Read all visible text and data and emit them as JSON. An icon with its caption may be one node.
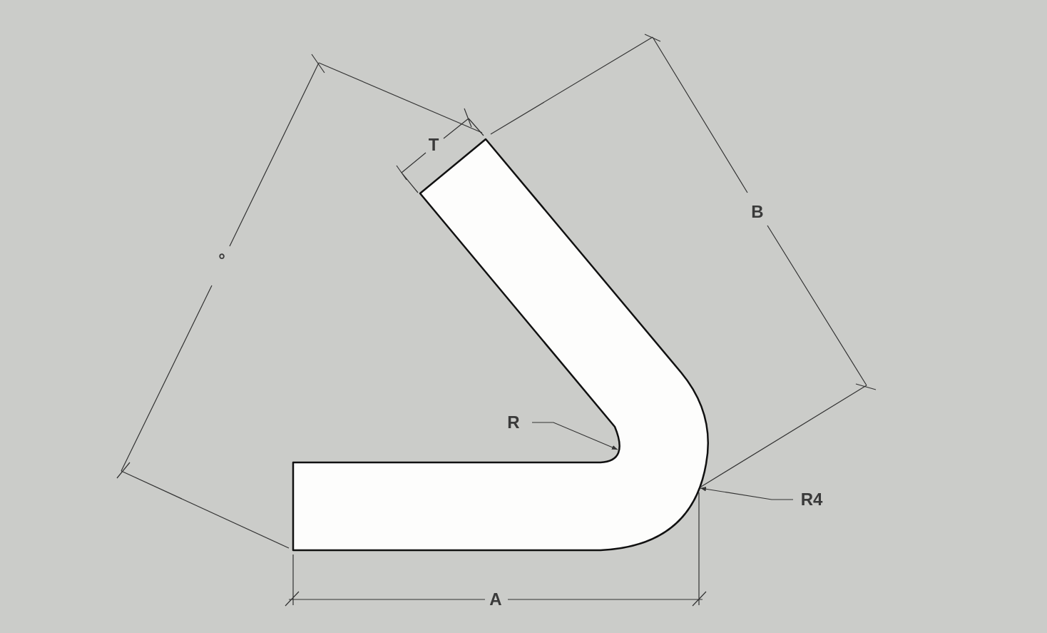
{
  "diagram": {
    "nodes": [
      {
        "text": [
          "R"
        ]
      },
      {
        "text": [
          "R4"
        ]
      },
      {
        "text": [],
        "shape": "picture"
      }
    ],
    "edges": [
      {
        "from": 0,
        "to": 2,
        "arrow": "to"
      },
      {
        "from": 1,
        "to": 2,
        "arrow": "to"
      }
    ],
    "labels": [
      "T",
      "B",
      "°",
      "A"
    ]
  }
}
